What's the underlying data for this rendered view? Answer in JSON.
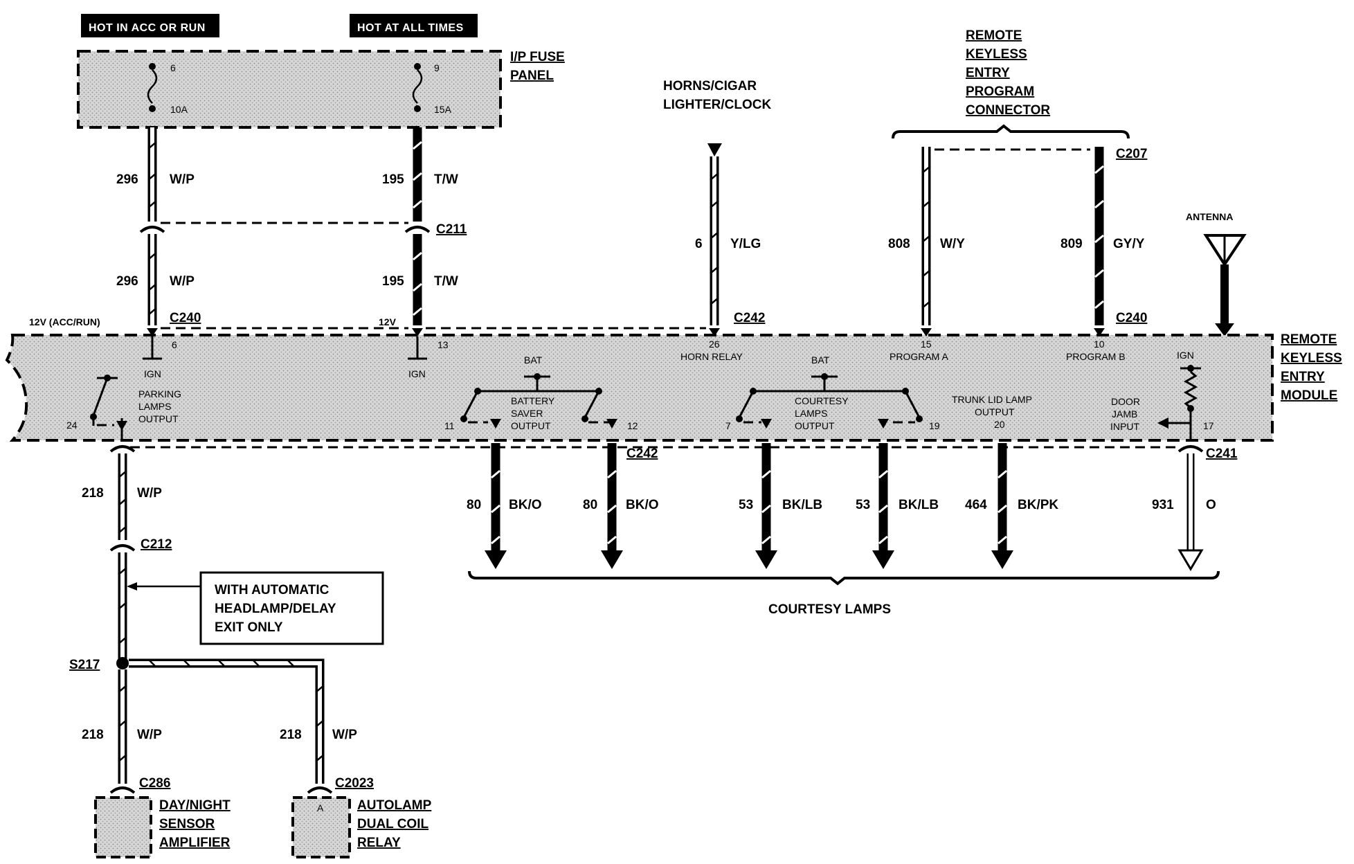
{
  "headers": {
    "acc_run": "HOT IN ACC OR RUN",
    "all_times": "HOT AT ALL TIMES"
  },
  "fuse_panel": {
    "title_1": "I/P FUSE",
    "title_2": "PANEL",
    "fuse1_num": "6",
    "fuse1_amp": "10A",
    "fuse2_num": "9",
    "fuse2_amp": "15A"
  },
  "wires_top": {
    "w296_num": "296",
    "w296_color": "W/P",
    "w296b_num": "296",
    "w296b_color": "W/P",
    "w195_num": "195",
    "w195_color": "T/W",
    "w195b_num": "195",
    "w195b_color": "T/W",
    "c211": "C211",
    "c240_left": "C240",
    "v12_accrun": "12V (ACC/RUN)",
    "v12": "12V",
    "horns_1": "HORNS/CIGAR",
    "horns_2": "LIGHTER/CLOCK",
    "w6_num": "6",
    "w6_color": "Y/LG",
    "c242_top": "C242",
    "rke_prog_1": "REMOTE",
    "rke_prog_2": "KEYLESS",
    "rke_prog_3": "ENTRY",
    "rke_prog_4": "PROGRAM",
    "rke_prog_5": "CONNECTOR",
    "c207": "C207",
    "w808_num": "808",
    "w808_color": "W/Y",
    "w809_num": "809",
    "w809_color": "GY/Y",
    "c240_right": "C240",
    "antenna": "ANTENNA"
  },
  "module": {
    "title_1": "REMOTE",
    "title_2": "KEYLESS",
    "title_3": "ENTRY",
    "title_4": "MODULE",
    "pin6": "6",
    "ign1": "IGN",
    "pin13": "13",
    "ign2": "IGN",
    "pin26": "26",
    "horn_relay": "HORN RELAY",
    "pin15": "15",
    "program_a": "PROGRAM A",
    "pin10": "10",
    "program_b": "PROGRAM B",
    "ign3": "IGN",
    "parking_1": "PARKING",
    "parking_2": "LAMPS",
    "parking_3": "OUTPUT",
    "pin24": "24",
    "bat1": "BAT",
    "battery_1": "BATTERY",
    "battery_2": "SAVER",
    "battery_3": "OUTPUT",
    "pin11": "11",
    "pin12": "12",
    "bat2": "BAT",
    "courtesy_1": "COURTESY",
    "courtesy_2": "LAMPS",
    "courtesy_3": "OUTPUT",
    "pin7": "7",
    "pin19": "19",
    "trunk_1": "TRUNK LID LAMP",
    "trunk_2": "OUTPUT",
    "pin20": "20",
    "door_1": "DOOR",
    "door_2": "JAMB",
    "door_3": "INPUT",
    "pin17": "17"
  },
  "wires_bottom": {
    "c242_bottom": "C242",
    "c241": "C241",
    "w218_num": "218",
    "w218_color": "W/P",
    "c212": "C212",
    "w80a_num": "80",
    "w80a_color": "BK/O",
    "w80b_num": "80",
    "w80b_color": "BK/O",
    "w53a_num": "53",
    "w53a_color": "BK/LB",
    "w53b_num": "53",
    "w53b_color": "BK/LB",
    "w464_num": "464",
    "w464_color": "BK/PK",
    "w931_num": "931",
    "w931_color": "O",
    "courtesy_lamps": "COURTESY LAMPS",
    "note_1": "WITH AUTOMATIC",
    "note_2": "HEADLAMP/DELAY",
    "note_3": "EXIT ONLY",
    "s217": "S217",
    "w218b_num": "218",
    "w218b_color": "W/P",
    "w218c_num": "218",
    "w218c_color": "W/P",
    "c286": "C286",
    "c2023": "C2023",
    "daynight_1": "DAY/NIGHT",
    "daynight_2": "SENSOR",
    "daynight_3": "AMPLIFIER",
    "autolamp_1": "AUTOLAMP",
    "autolamp_2": "DUAL COIL",
    "autolamp_3": "RELAY",
    "autolamp_pin": "A"
  }
}
